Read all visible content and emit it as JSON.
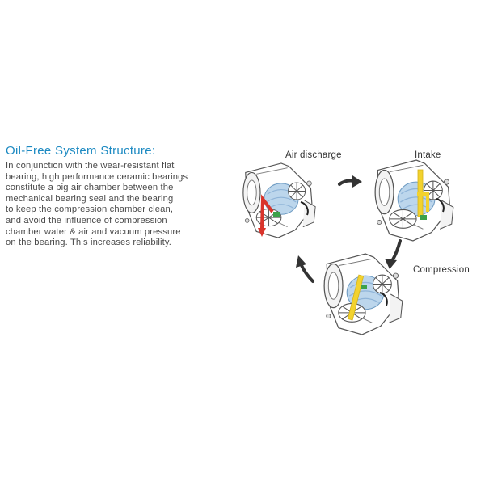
{
  "text_panel": {
    "title": "Oil-Free System Structure:",
    "description_lines": [
      "In conjunction with the wear-resistant flat",
      "bearing, high performance ceramic bearings",
      "constitute a big air chamber between the",
      "mechanical bearing seal and the bearing",
      "to keep the compression chamber clean,",
      "and avoid the influence of compression",
      "chamber water & air and vacuum pressure",
      "on the bearing. This increases reliability."
    ]
  },
  "cycle": {
    "stages": [
      {
        "label": "Air discharge",
        "flow_color": "#d9342b",
        "seal_color": "#3ca14a"
      },
      {
        "label": "Intake",
        "flow_color": "#f2d22e",
        "seal_color": "#3ca14a"
      },
      {
        "label": "Compression",
        "flow_color": "#f2d22e",
        "seal_color": "#3ca14a"
      }
    ],
    "arrow_color": "#333333",
    "chamber_color": "#bcd6ec"
  }
}
